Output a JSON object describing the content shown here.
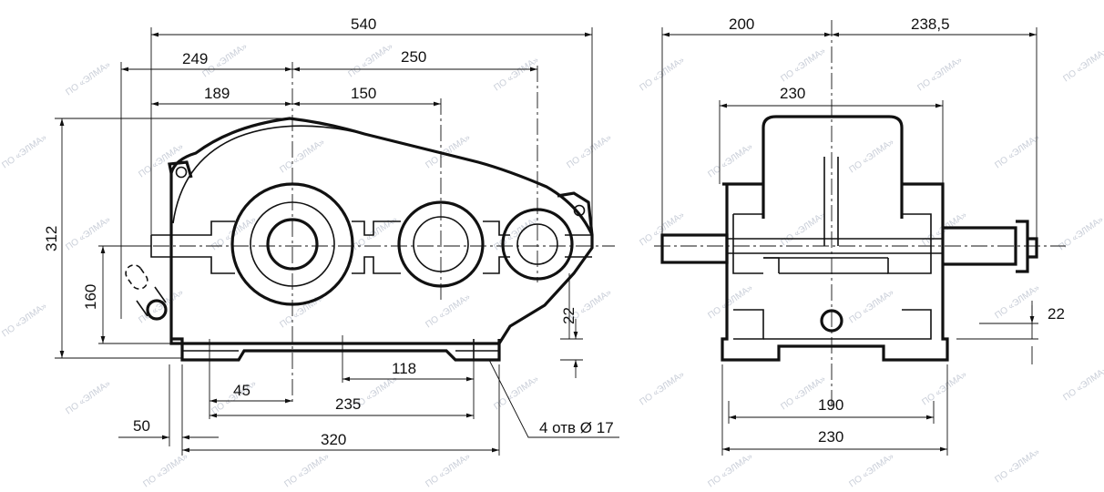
{
  "watermark": "ПО «ЭЛМА»",
  "front_view": {
    "dim_total_length": "540",
    "dim_left_to_input": "249",
    "dim_input_to_output": "250",
    "dim_flange_to_input": "189",
    "dim_input_to_mid": "150",
    "dim_total_height": "312",
    "dim_axis_height": "160",
    "dim_foot_height": "22",
    "dim_foot_spacing": "118",
    "dim_foot_edge": "45",
    "dim_hole_spacing": "235",
    "dim_base_length": "320",
    "dim_base_offset": "50",
    "hole_callout": "4 отв Ø 17"
  },
  "side_view": {
    "dim_left_shaft": "200",
    "dim_right_shaft": "238,5",
    "dim_top_width": "230",
    "dim_hole_spacing": "190",
    "dim_base_width": "230",
    "dim_foot_height": "22"
  }
}
